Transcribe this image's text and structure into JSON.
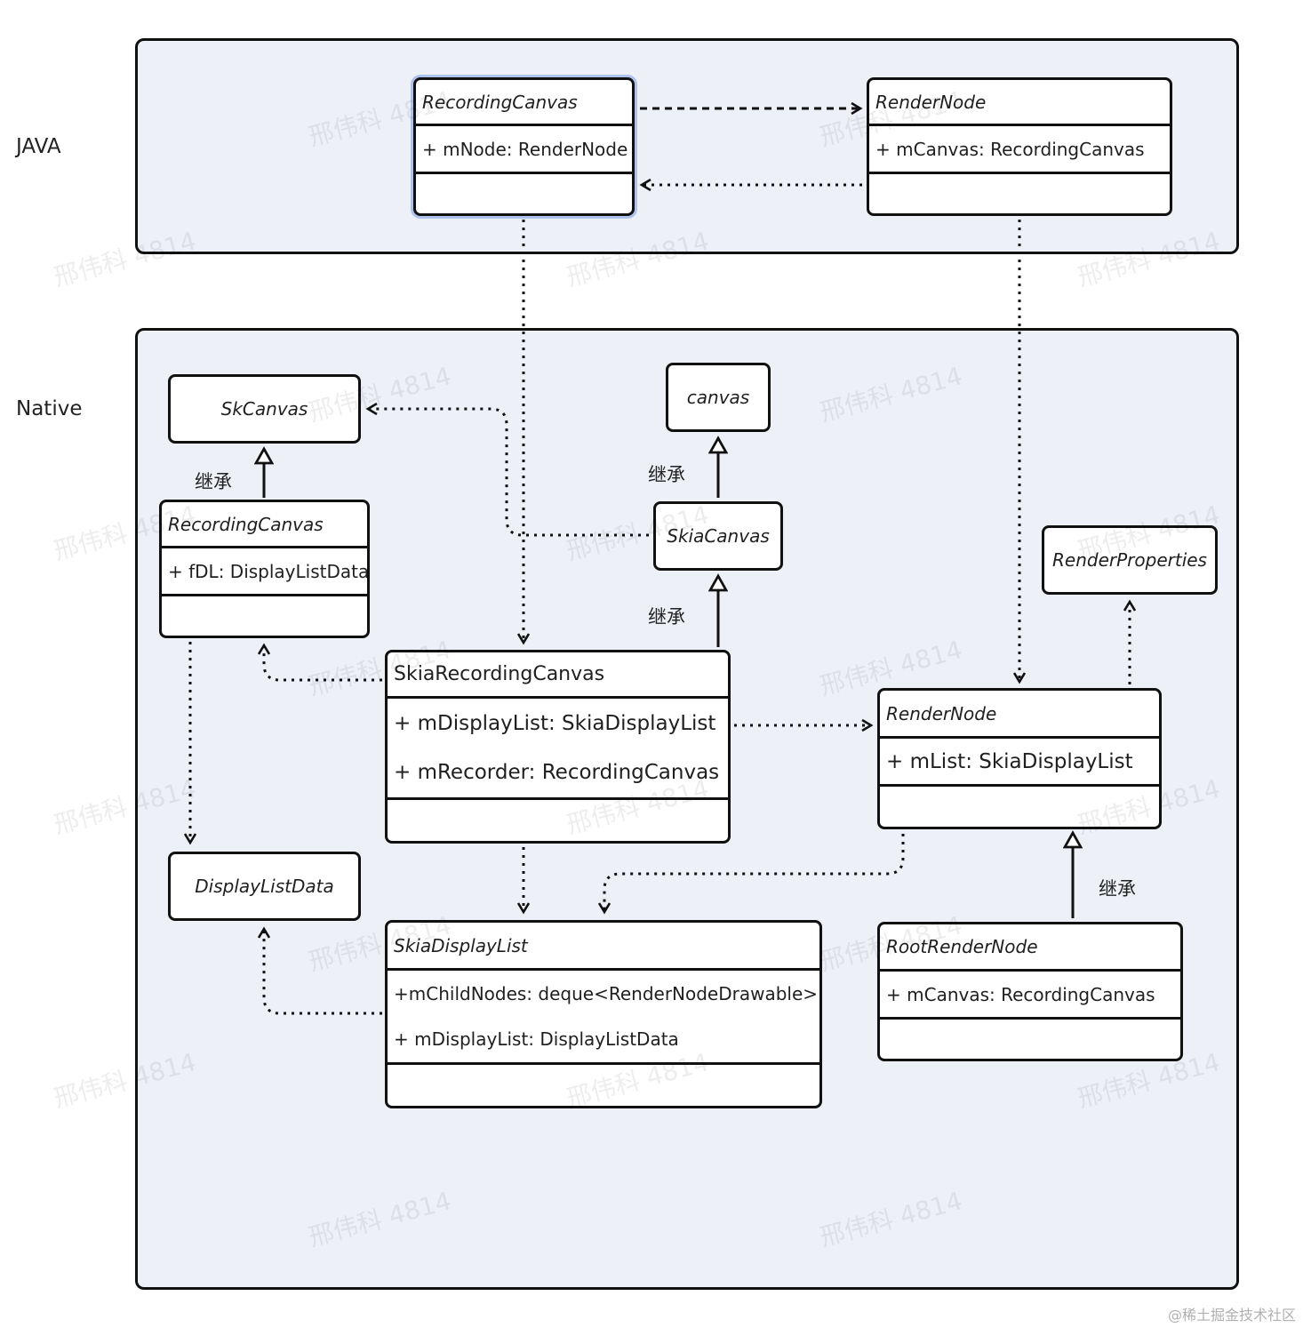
{
  "regions": {
    "java_label": "JAVA",
    "native_label": "Native"
  },
  "classes": {
    "java_recording_canvas": {
      "name": "RecordingCanvas",
      "attrs": [
        "+ mNode: RenderNode"
      ]
    },
    "java_render_node": {
      "name": "RenderNode",
      "attrs": [
        "+ mCanvas: RecordingCanvas"
      ]
    },
    "native_recording_canvas": {
      "name": "RecordingCanvas",
      "attrs": [
        "+ fDL: DisplayListData"
      ]
    },
    "skia_recording_canvas": {
      "name": "SkiaRecordingCanvas",
      "attrs": [
        "+ mDisplayList: SkiaDisplayList",
        "+ mRecorder: RecordingCanvas"
      ]
    },
    "native_render_node": {
      "name": "RenderNode",
      "attrs": [
        "+ mList: SkiaDisplayList"
      ]
    },
    "skia_display_list": {
      "name": "SkiaDisplayList",
      "attrs": [
        "+mChildNodes:  deque<RenderNodeDrawable>",
        "+ mDisplayList: DisplayListData"
      ]
    },
    "root_render_node": {
      "name": "RootRenderNode",
      "attrs": [
        "+ mCanvas: RecordingCanvas"
      ]
    }
  },
  "simple_boxes": {
    "sk_canvas": "SkCanvas",
    "canvas": "canvas",
    "skia_canvas": "SkiaCanvas",
    "render_properties": "RenderProperties",
    "display_list_data": "DisplayListData"
  },
  "relations": {
    "inherit_label": "继承"
  },
  "watermark": "邢伟科 4814",
  "credit": "@稀土掘金技术社区"
}
